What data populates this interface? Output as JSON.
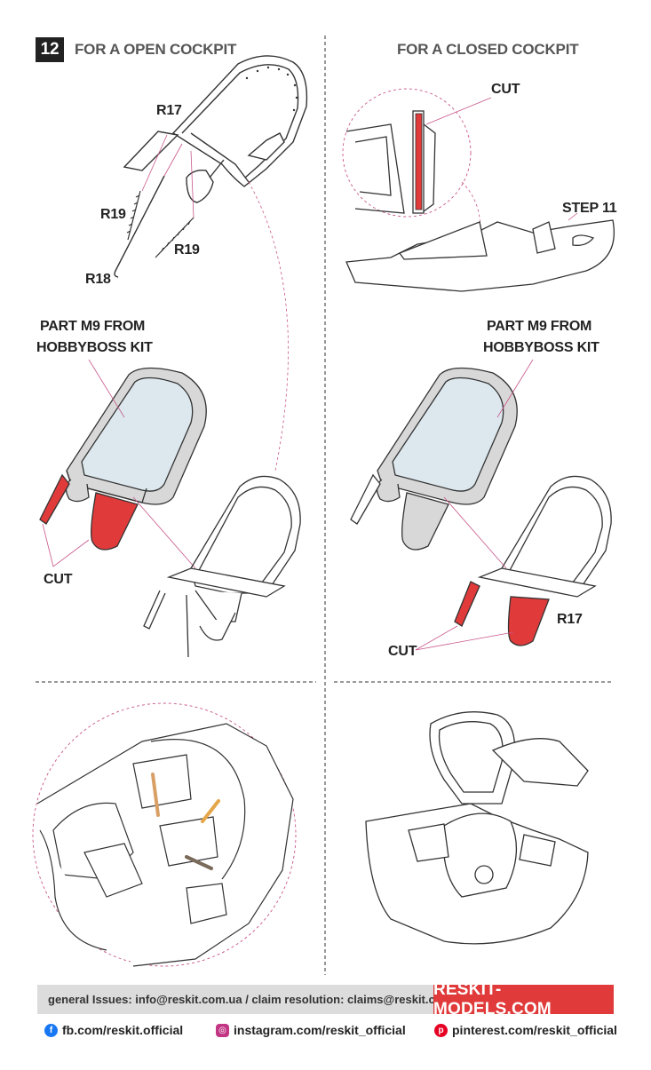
{
  "step": "12",
  "headers": {
    "open": "FOR A OPEN COCKPIT",
    "closed": "FOR A CLOSED COCKPIT"
  },
  "labels": {
    "r17_top": "R17",
    "r19_left": "R19",
    "r19_right": "R19",
    "r18": "R18",
    "cut_top": "CUT",
    "step11": "STEP 11",
    "part_left_1": "PART M9 FROM",
    "part_left_2": "HOBBYBOSS KIT",
    "part_right_1": "PART M9 FROM",
    "part_right_2": "HOBBYBOSS KIT",
    "cut_left": "CUT",
    "cut_right": "CUT",
    "r17_right": "R17"
  },
  "footer": {
    "contacts": "general Issues: info@reskit.com.ua / claim resolution: claims@reskit.com.ua",
    "brand": "RESKIT-MODELS.COM",
    "facebook": "fb.com/reskit.official",
    "instagram": "instagram.com/reskit_official",
    "pinterest": "pinterest.com/reskit_official"
  },
  "icons": {
    "facebook": "facebook-icon",
    "instagram": "instagram-icon",
    "pinterest": "pinterest-icon"
  },
  "colors": {
    "accent_red": "#e03a3a",
    "canopy_glass": "#dce8ee",
    "frame_grey": "#d8d8d8",
    "guide_pink": "#c8568a",
    "facebook": "#1877f2",
    "instagram": "#c13584",
    "pinterest": "#e60023"
  }
}
